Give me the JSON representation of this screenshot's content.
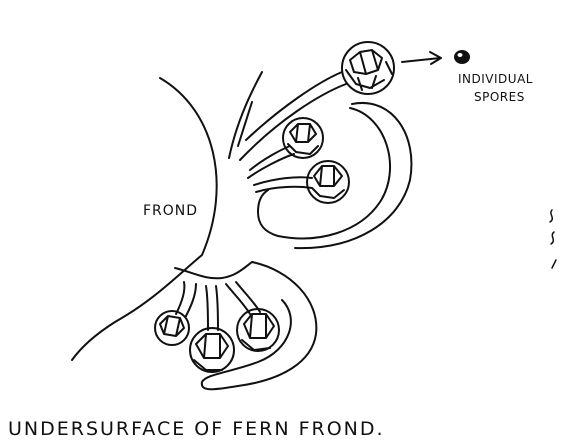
{
  "labels": {
    "frond": "FROND",
    "spores_line1": "INDIVIDUAL",
    "spores_line2": "SPORES",
    "caption": "UNDERSURFACE OF FERN FROND."
  },
  "colors": {
    "ink": "#111111",
    "paper": "#ffffff"
  }
}
